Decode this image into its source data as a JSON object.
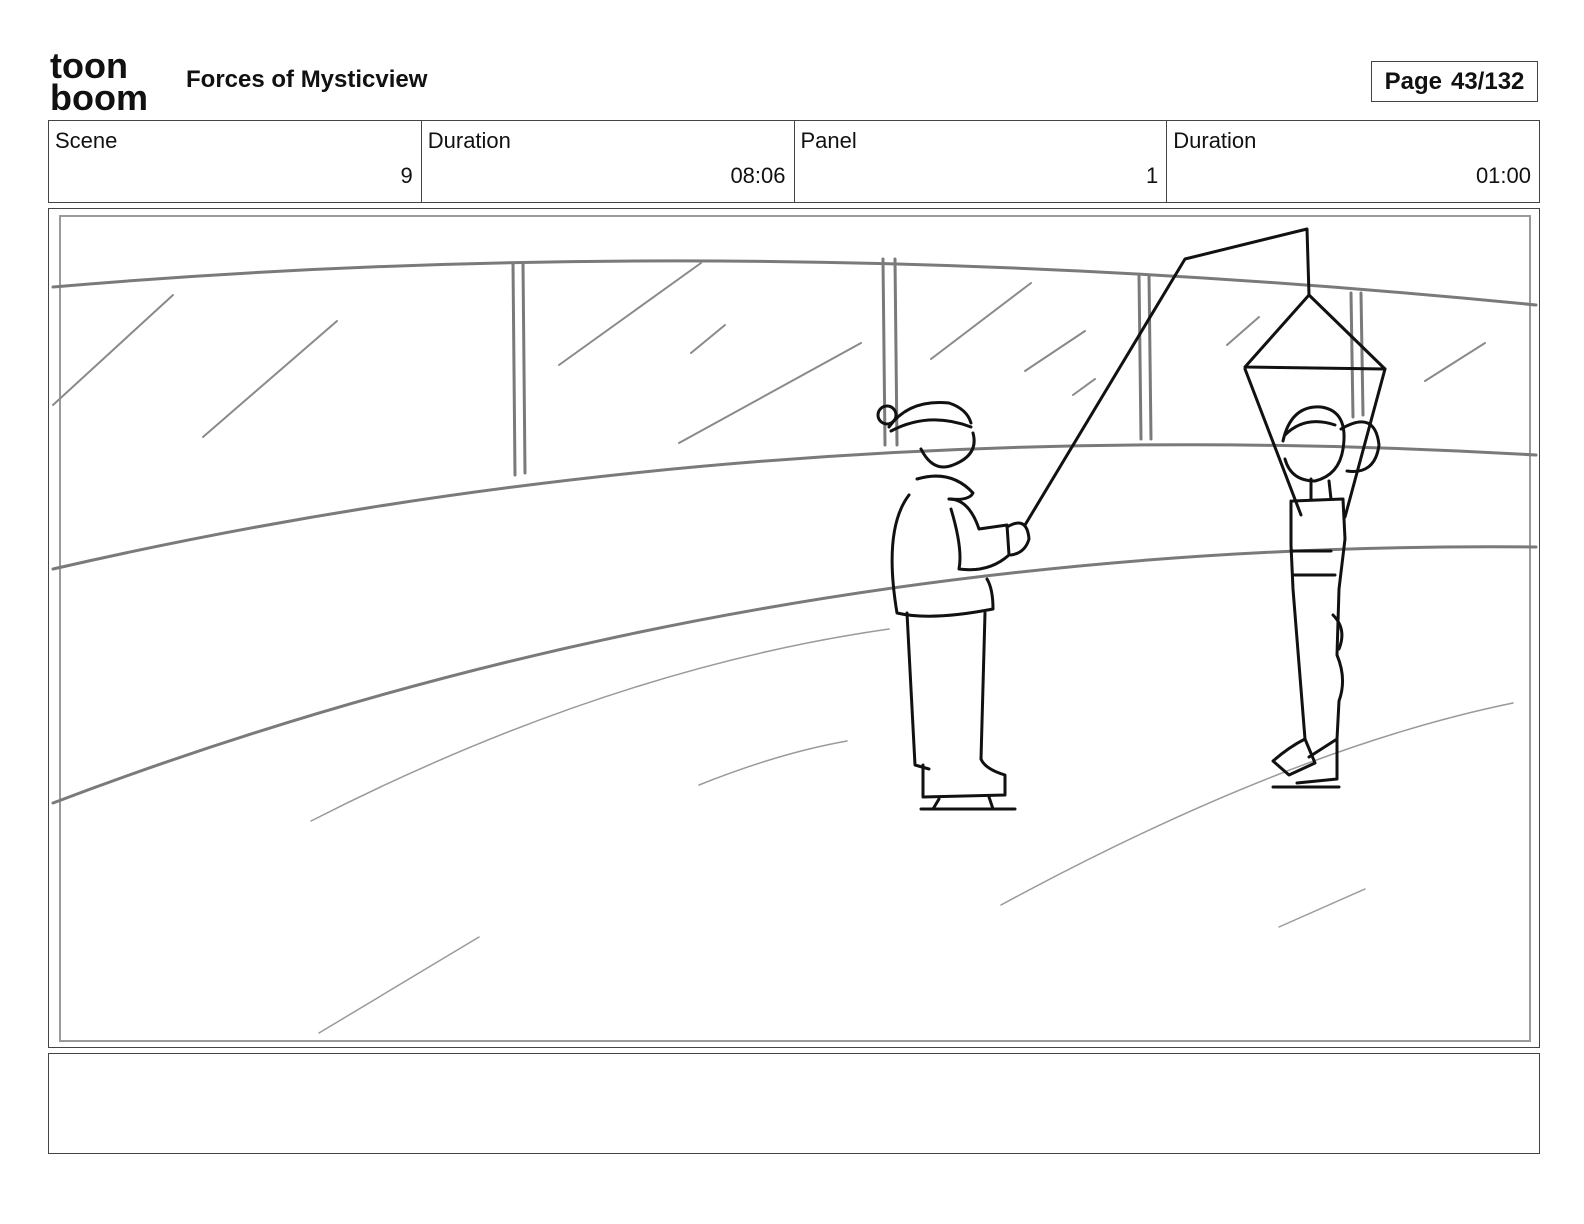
{
  "header": {
    "logo": {
      "line1": "toon",
      "line2": "boom"
    },
    "project_title": "Forces of Mysticview",
    "page": {
      "label": "Page",
      "value": "43/132"
    }
  },
  "info": {
    "scene": {
      "label": "Scene",
      "value": "9"
    },
    "scene_duration": {
      "label": "Duration",
      "value": "08:06"
    },
    "panel": {
      "label": "Panel",
      "value": "1"
    },
    "panel_duration": {
      "label": "Duration",
      "value": "01:00"
    }
  },
  "notes": {
    "text": ""
  }
}
